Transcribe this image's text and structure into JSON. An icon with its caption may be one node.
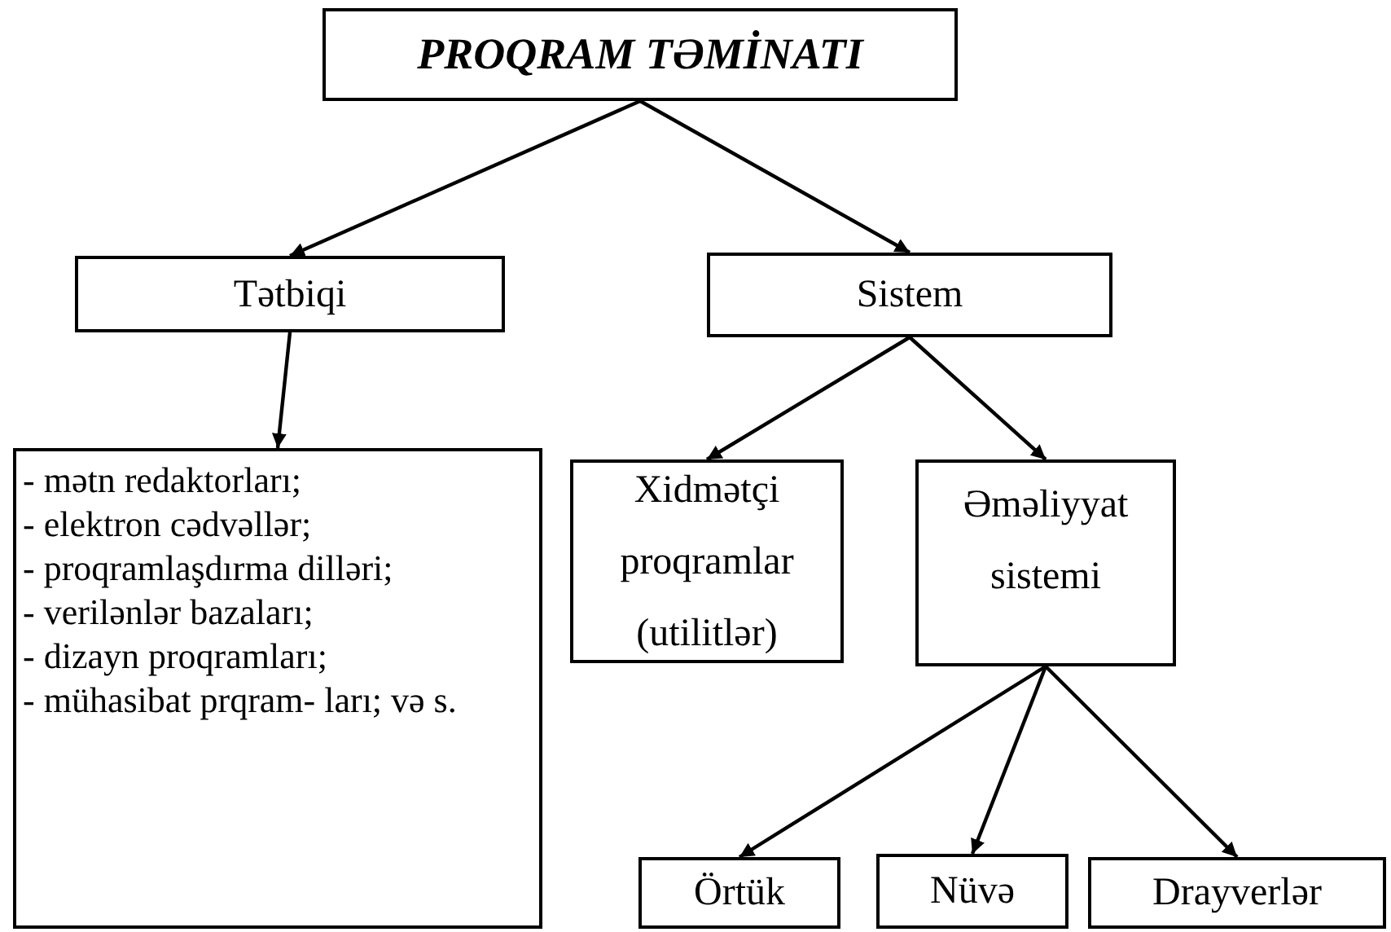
{
  "diagram": {
    "nodes": [
      {
        "text": [
          "PROQRAM TƏMİNATI"
        ]
      },
      {
        "text": [
          "Tətbiqi"
        ]
      },
      {
        "text": [
          "Sistem"
        ]
      },
      {
        "text": [
          "- mətn redaktorları;",
          "- elektron cədvəllər;",
          "- proqramlaşdırma dilləri;",
          "- verilənlər bazaları;",
          "- dizayn proqramları;",
          "- mühasibat prqram- ları; və s."
        ]
      },
      {
        "text": [
          "Xidmətçi proqramlar (utilitlər)"
        ]
      },
      {
        "text": [
          "Əməliyyat sistemi"
        ]
      },
      {
        "text": [
          "Örtük"
        ]
      },
      {
        "text": [
          "Nüvə"
        ]
      },
      {
        "text": [
          "Drayverlər"
        ]
      }
    ],
    "edges": [
      {
        "from": 0,
        "to": 1,
        "arrow": "to"
      },
      {
        "from": 0,
        "to": 2,
        "arrow": "to"
      },
      {
        "from": 1,
        "to": 3,
        "arrow": "to"
      },
      {
        "from": 2,
        "to": 4,
        "arrow": "to"
      },
      {
        "from": 2,
        "to": 5,
        "arrow": "to"
      },
      {
        "from": 5,
        "to": 6,
        "arrow": "to"
      },
      {
        "from": 5,
        "to": 7,
        "arrow": "to"
      },
      {
        "from": 5,
        "to": 8,
        "arrow": "to"
      }
    ]
  }
}
